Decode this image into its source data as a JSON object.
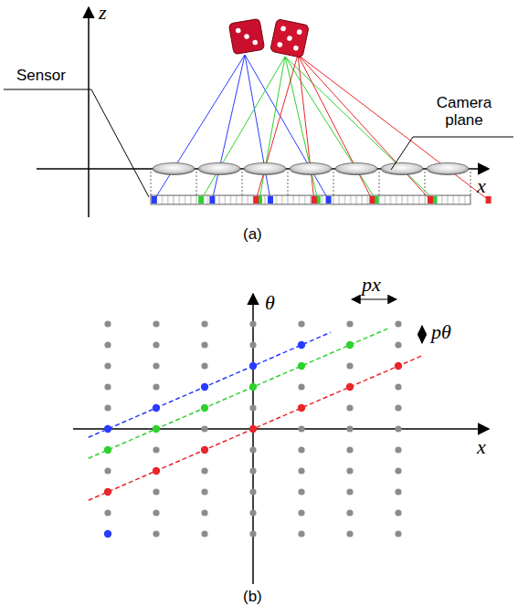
{
  "diagram": {
    "labels": [
      "z",
      "Sensor",
      "Camera plane",
      "x",
      "(a)",
      "θ",
      "px",
      "pθ",
      "x",
      "(b)"
    ]
  }
}
